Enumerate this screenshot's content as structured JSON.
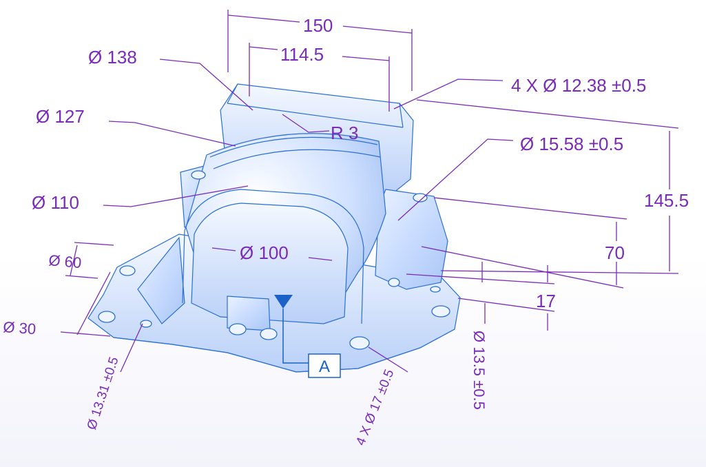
{
  "dimensions": {
    "d150": "150",
    "d114": "114.5",
    "d138": "Ø 138",
    "d127": "Ø 127",
    "r3": "R 3",
    "holes4x": "4 X  Ø  12.38 ±0.5",
    "d1558": "Ø  15.58 ±0.5",
    "h1455": "145.5",
    "d110": "Ø 110",
    "h70": "70",
    "d100": "Ø  100",
    "d60": "Ø  60",
    "h17": "17",
    "d30": "Ø  30",
    "d1331": "Ø 13.31 ±0.5",
    "holes4x17": "4 X Ø 17 ±0.5",
    "d135": "Ø  13.5 ±0.5"
  },
  "datum": {
    "label": "A"
  },
  "colors": {
    "dimension": "#7a2bb8",
    "part_edge": "#2a6fd6",
    "part_fill": "#c9dcff",
    "datum": "#1a62c8"
  }
}
